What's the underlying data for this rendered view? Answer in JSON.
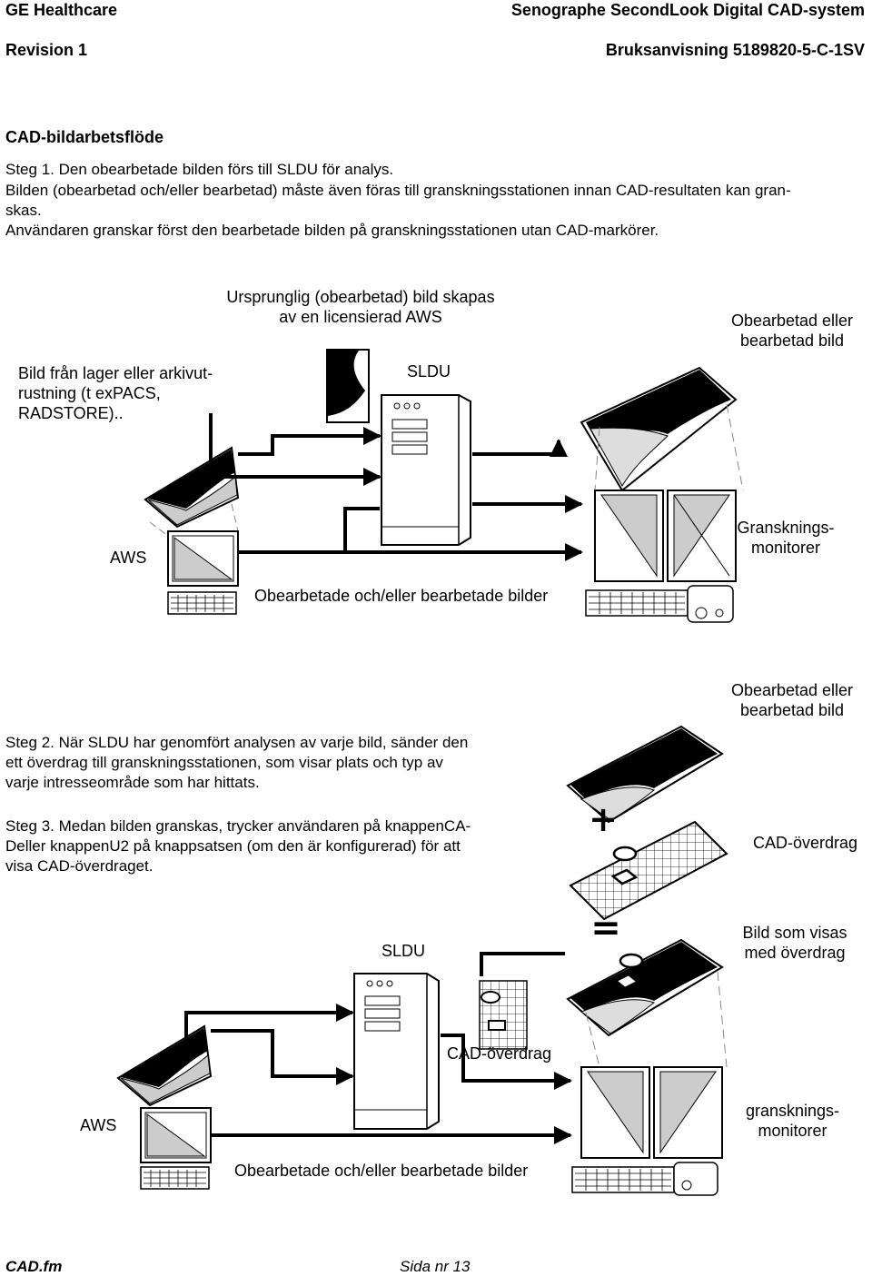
{
  "header": {
    "company": "GE Healthcare",
    "product": "Senographe SecondLook Digital CAD-system",
    "revision": "Revision 1",
    "manual": "Bruksanvisning 5189820-5-C-1SV"
  },
  "section": {
    "title": "CAD-bildarbetsflöde",
    "step1_line1": "Steg 1. Den obearbetade bilden förs till SLDU för analys.",
    "step1_line2": "Bilden (obearbetad och/eller bearbetad) måste även föras till granskningsstationen innan CAD-resultaten kan gran-",
    "step1_line3": "skas.",
    "step1_line4": "Användaren granskar först den bearbetade bilden på granskningsstationen utan CAD-markörer."
  },
  "diagram1": {
    "top_caption_l1": "Ursprunglig (obearbetad) bild skapas",
    "top_caption_l2": "av en licensierad AWS",
    "right_caption_l1": "Obearbetad eller",
    "right_caption_l2": "bearbetad bild",
    "left_caption_l1": "Bild från lager eller arkivut-",
    "left_caption_l2": "rustning (t exPACS,",
    "left_caption_l3": "RADSTORE)..",
    "sldu": "SLDU",
    "aws": "AWS",
    "monitors_l1": "Gransknings-",
    "monitors_l2": "monitorer",
    "flow": "Obearbetade och/eller bearbetade bilder"
  },
  "steps": {
    "step2_l1": "Steg 2. När SLDU har genomfört analysen av varje bild, sänder den",
    "step2_l2": "ett överdrag till granskningsstationen, som visar plats och typ av",
    "step2_l3": "varje intresseområde som har hittats.",
    "step3_l1": "Steg 3. Medan bilden granskas, trycker användaren på knappenCA-",
    "step3_l2": "Deller knappenU2 på knappsatsen (om den är konfigurerad) för att",
    "step3_l3": "visa CAD-överdraget."
  },
  "diagram2": {
    "image_caption_l1": "Obearbetad eller",
    "image_caption_l2": "bearbetad bild",
    "overlay_caption": "CAD-överdrag",
    "result_caption_l1": "Bild som visas",
    "result_caption_l2": "med överdrag",
    "plus": "+",
    "equals": "=",
    "sldu": "SLDU",
    "overlay_label": "CAD-överdrag",
    "aws": "AWS",
    "monitors_l1": "gransknings-",
    "monitors_l2": "monitorer",
    "flow": "Obearbetade och/eller bearbetade bilder"
  },
  "footer": {
    "file": "CAD.fm",
    "page": "Sida nr 13"
  }
}
